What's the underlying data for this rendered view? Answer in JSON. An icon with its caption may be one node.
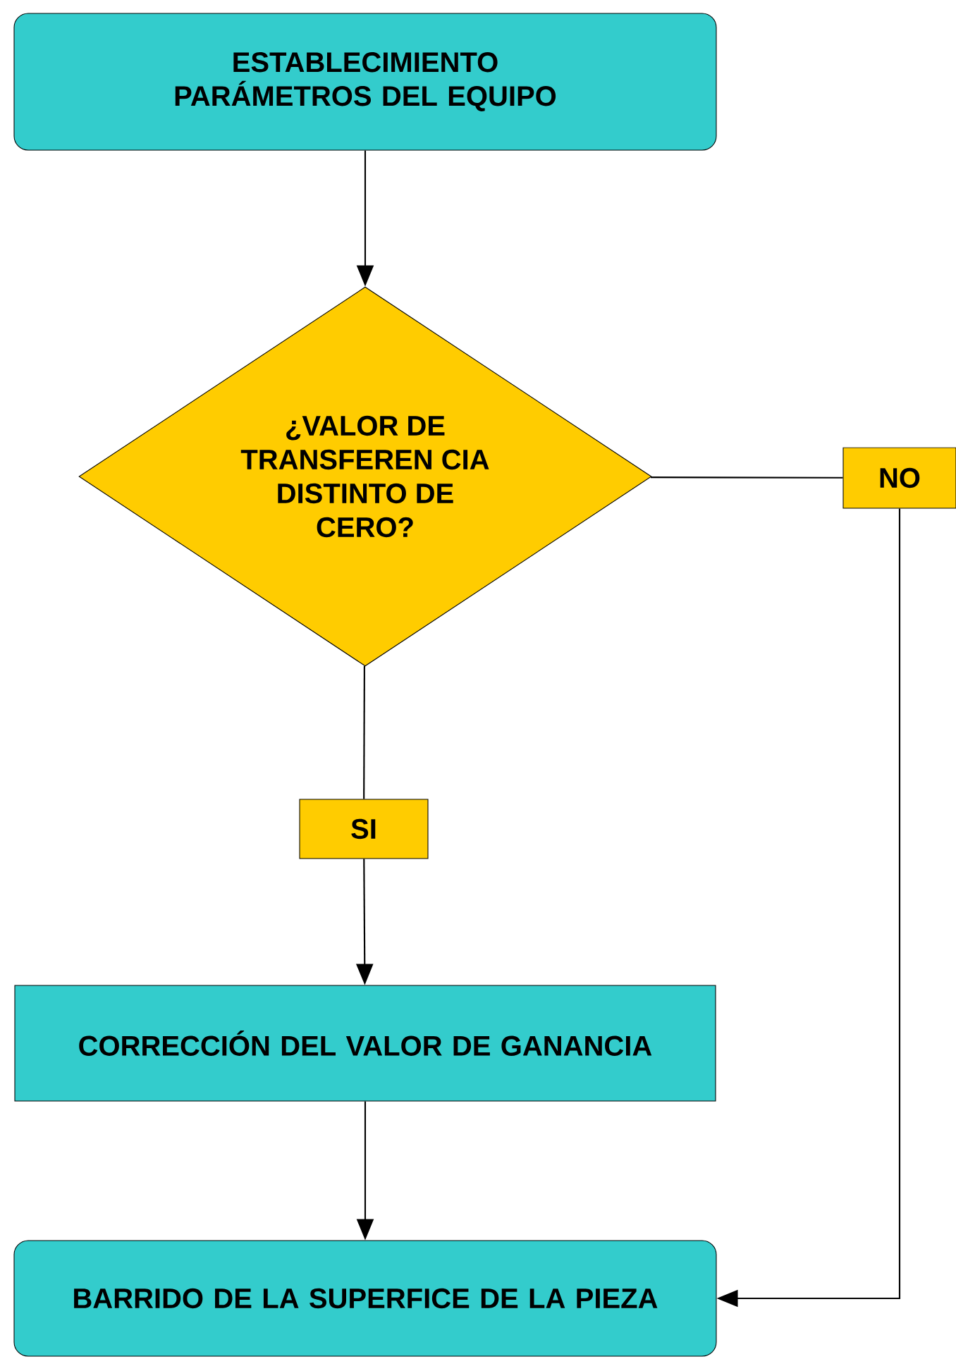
{
  "diagram": {
    "nodes": [
      {
        "text": [
          "ESTABLECIMIENTO PARÁMETROS DEL EQUIPO"
        ]
      },
      {
        "text": [
          "¿VALOR DE TRANSFEREN CIA DISTINTO DE CERO?"
        ]
      },
      {
        "text": [
          "NO"
        ]
      },
      {
        "text": [
          "SI"
        ]
      },
      {
        "text": [
          "CORRECCIÓN DEL VALOR DE GANANCIA"
        ]
      },
      {
        "text": [
          "BARRIDO DE LA SUPERFICE DE LA PIEZA"
        ]
      }
    ],
    "edges": [
      {
        "from": 0,
        "to": 1,
        "arrow": "to"
      },
      {
        "from": 1,
        "to": 2,
        "arrow": "none"
      },
      {
        "from": 2,
        "to": 5,
        "arrow": "to"
      },
      {
        "from": 1,
        "to": 3,
        "arrow": "none"
      },
      {
        "from": 3,
        "to": 4,
        "arrow": "to"
      },
      {
        "from": 4,
        "to": 5,
        "arrow": "to"
      }
    ]
  }
}
